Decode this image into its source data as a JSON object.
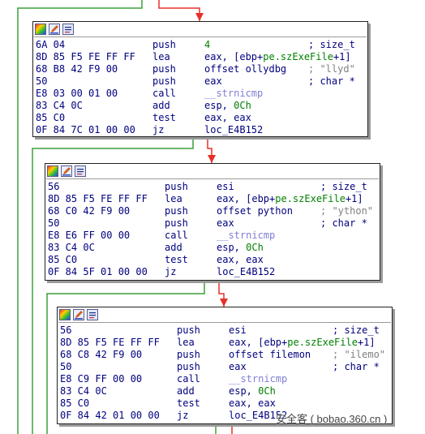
{
  "header_icons": [
    "graph-view-icon",
    "edit-pen-icon",
    "text-view-icon"
  ],
  "nodes": [
    {
      "rows": [
        {
          "bytes": "6A 04",
          "mn": "push",
          "arg": [
            {
              "t": "4",
              "c": "grn"
            }
          ],
          "cmt": "; size_t"
        },
        {
          "bytes": "8D 85 F5 FE FF FF",
          "mn": "lea",
          "arg": [
            {
              "t": "eax, [ebp+",
              "c": "op"
            },
            {
              "t": "pe.szExeFile",
              "c": "grn"
            },
            {
              "t": "+1]",
              "c": "op"
            }
          ],
          "cmt": ""
        },
        {
          "bytes": "68 B8 42 F9 00",
          "mn": "push",
          "arg": [
            {
              "t": "offset ollydbg",
              "c": "op"
            }
          ],
          "cmt": "; \"llyd\"",
          "cmt_str": true
        },
        {
          "bytes": "50",
          "mn": "push",
          "arg": [
            {
              "t": "eax",
              "c": "op"
            }
          ],
          "cmt": "; char *"
        },
        {
          "bytes": "E8 03 00 01 00",
          "mn": "call",
          "arg": [
            {
              "t": "__strnicmp",
              "c": "fn"
            }
          ],
          "cmt": ""
        },
        {
          "bytes": "83 C4 0C",
          "mn": "add",
          "arg": [
            {
              "t": "esp, ",
              "c": "op"
            },
            {
              "t": "0Ch",
              "c": "grn"
            }
          ],
          "cmt": ""
        },
        {
          "bytes": "85 C0",
          "mn": "test",
          "arg": [
            {
              "t": "eax, eax",
              "c": "op"
            }
          ],
          "cmt": ""
        },
        {
          "bytes": "0F 84 7C 01 00 00",
          "mn": "jz",
          "arg": [
            {
              "t": "loc_E4B152",
              "c": "op"
            }
          ],
          "cmt": ""
        }
      ]
    },
    {
      "rows": [
        {
          "bytes": "56",
          "mn": "push",
          "arg": [
            {
              "t": "esi",
              "c": "op"
            }
          ],
          "cmt": "; size_t"
        },
        {
          "bytes": "8D 85 F5 FE FF FF",
          "mn": "lea",
          "arg": [
            {
              "t": "eax, [ebp+",
              "c": "op"
            },
            {
              "t": "pe.szExeFile",
              "c": "grn"
            },
            {
              "t": "+1]",
              "c": "op"
            }
          ],
          "cmt": ""
        },
        {
          "bytes": "68 C0 42 F9 00",
          "mn": "push",
          "arg": [
            {
              "t": "offset python",
              "c": "op"
            }
          ],
          "cmt": "; \"ython\"",
          "cmt_str": true
        },
        {
          "bytes": "50",
          "mn": "push",
          "arg": [
            {
              "t": "eax",
              "c": "op"
            }
          ],
          "cmt": "; char *"
        },
        {
          "bytes": "E8 E6 FF 00 00",
          "mn": "call",
          "arg": [
            {
              "t": "__strnicmp",
              "c": "fn"
            }
          ],
          "cmt": ""
        },
        {
          "bytes": "83 C4 0C",
          "mn": "add",
          "arg": [
            {
              "t": "esp, ",
              "c": "op"
            },
            {
              "t": "0Ch",
              "c": "grn"
            }
          ],
          "cmt": ""
        },
        {
          "bytes": "85 C0",
          "mn": "test",
          "arg": [
            {
              "t": "eax, eax",
              "c": "op"
            }
          ],
          "cmt": ""
        },
        {
          "bytes": "0F 84 5F 01 00 00",
          "mn": "jz",
          "arg": [
            {
              "t": "loc_E4B152",
              "c": "op"
            }
          ],
          "cmt": ""
        }
      ]
    },
    {
      "rows": [
        {
          "bytes": "56",
          "mn": "push",
          "arg": [
            {
              "t": "esi",
              "c": "op"
            }
          ],
          "cmt": "; size_t"
        },
        {
          "bytes": "8D 85 F5 FE FF FF",
          "mn": "lea",
          "arg": [
            {
              "t": "eax, [ebp+",
              "c": "op"
            },
            {
              "t": "pe.szExeFile",
              "c": "grn"
            },
            {
              "t": "+1]",
              "c": "op"
            }
          ],
          "cmt": ""
        },
        {
          "bytes": "68 C8 42 F9 00",
          "mn": "push",
          "arg": [
            {
              "t": "offset filemon",
              "c": "op"
            }
          ],
          "cmt": "; \"ilemo\"",
          "cmt_str": true
        },
        {
          "bytes": "50",
          "mn": "push",
          "arg": [
            {
              "t": "eax",
              "c": "op"
            }
          ],
          "cmt": "; char *"
        },
        {
          "bytes": "E8 C9 FF 00 00",
          "mn": "call",
          "arg": [
            {
              "t": "__strnicmp",
              "c": "fn"
            }
          ],
          "cmt": ""
        },
        {
          "bytes": "83 C4 0C",
          "mn": "add",
          "arg": [
            {
              "t": "esp, ",
              "c": "op"
            },
            {
              "t": "0Ch",
              "c": "grn"
            }
          ],
          "cmt": ""
        },
        {
          "bytes": "85 C0",
          "mn": "test",
          "arg": [
            {
              "t": "eax, eax",
              "c": "op"
            }
          ],
          "cmt": ""
        },
        {
          "bytes": "0F 84 42 01 00 00",
          "mn": "jz",
          "arg": [
            {
              "t": "loc_E4B152",
              "c": "op"
            }
          ],
          "cmt": ""
        }
      ]
    }
  ],
  "watermark": "安全客 ( bobao.360.cn )",
  "colors": {
    "code_blue": "#00007f",
    "green_operand": "#007f00",
    "function_name": "#7f7fd5",
    "comment_string": "#808080",
    "edge_green": "#3aa13a",
    "edge_red": "#e8302a",
    "node_border": "#222222"
  }
}
